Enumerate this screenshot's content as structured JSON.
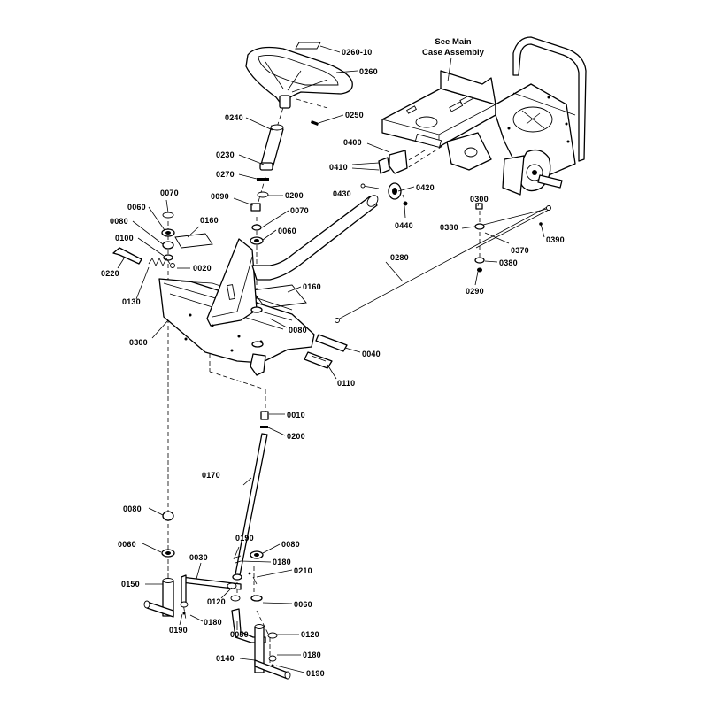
{
  "note": {
    "line1": "See Main",
    "line2": "Case Assembly"
  },
  "labels": {
    "p0260_10": "0260-10",
    "p0260": "0260",
    "p0250": "0250",
    "p0240": "0240",
    "p0230": "0230",
    "p0270": "0270",
    "p0200a": "0200",
    "p0090": "0090",
    "p0070a": "0070",
    "p0070b": "0070",
    "p0060a": "0060",
    "p0060b": "0060",
    "p0080a": "0080",
    "p0100": "0100",
    "p0160a": "0160",
    "p0220": "0220",
    "p0020": "0020",
    "p0130": "0130",
    "p0160b": "0160",
    "p0300": "0300",
    "p0080b": "0080",
    "p0040": "0040",
    "p0110": "0110",
    "p0400": "0400",
    "p0410": "0410",
    "p0430": "0430",
    "p0420": "0420",
    "p0440": "0440",
    "p0280": "0280",
    "p0300b": "0300",
    "p0380a": "0380",
    "p0390": "0390",
    "p0370": "0370",
    "p0380b": "0380",
    "p0290": "0290",
    "p0010": "0010",
    "p0200b": "0200",
    "p0170": "0170",
    "p0080c": "0080",
    "p0060c": "0060",
    "p0190a": "0190",
    "p0080d": "0080",
    "p0180a": "0180",
    "p0030": "0030",
    "p0210": "0210",
    "p0150": "0150",
    "p0120a": "0120",
    "p0060d": "0060",
    "p0190b": "0190",
    "p0180b": "0180",
    "p0050": "0050",
    "p0120b": "0120",
    "p0140": "0140",
    "p0180c": "0180",
    "p0190c": "0190"
  }
}
